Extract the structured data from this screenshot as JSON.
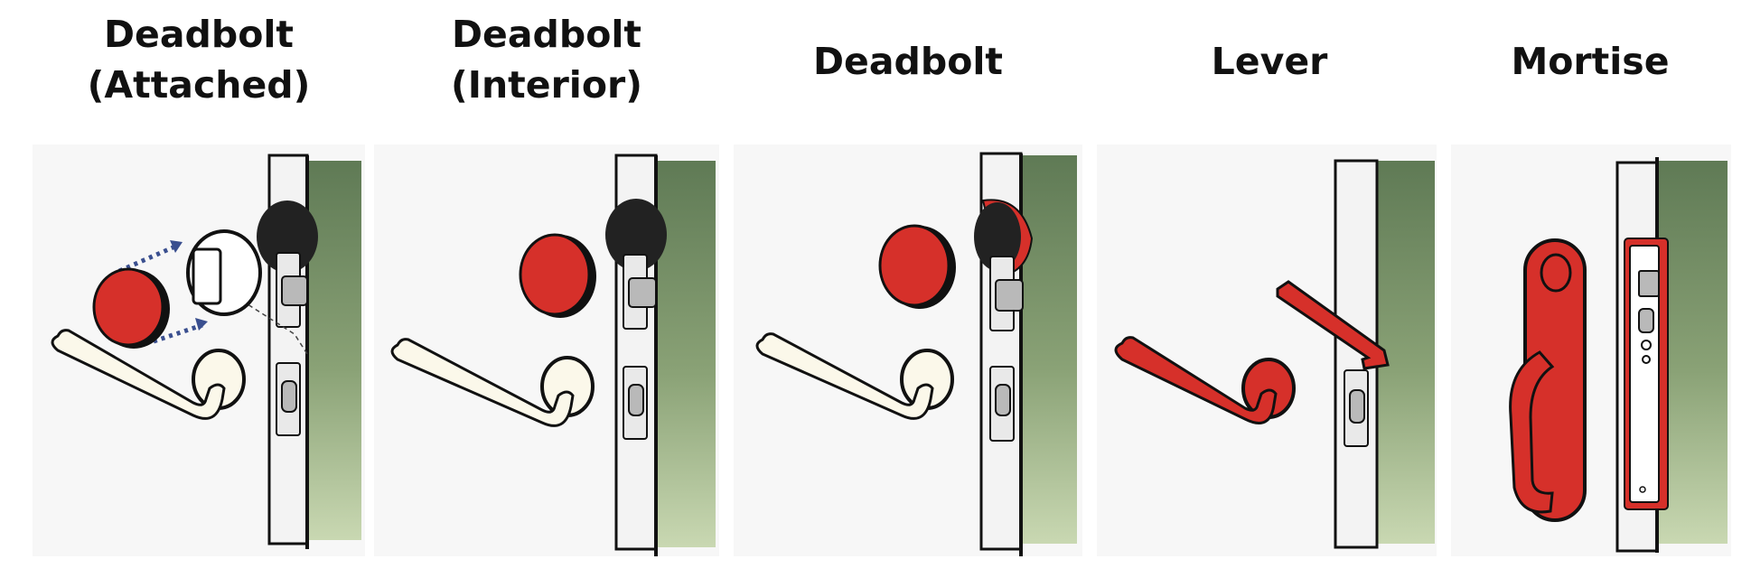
{
  "panels": [
    {
      "title_line1": "Deadbolt",
      "title_line2": "(Attached)"
    },
    {
      "title_line1": "Deadbolt",
      "title_line2": "(Interior)"
    },
    {
      "title": "Deadbolt"
    },
    {
      "title": "Lever"
    },
    {
      "title": "Mortise"
    }
  ],
  "colors": {
    "accent_red": "#d6302a",
    "handle_cream": "#fbf8ea",
    "card_bg": "#f7f7f7",
    "outline": "#111111",
    "arrow_blue": "#3a4f8f",
    "hardware_gray": "#b9b9b9"
  }
}
